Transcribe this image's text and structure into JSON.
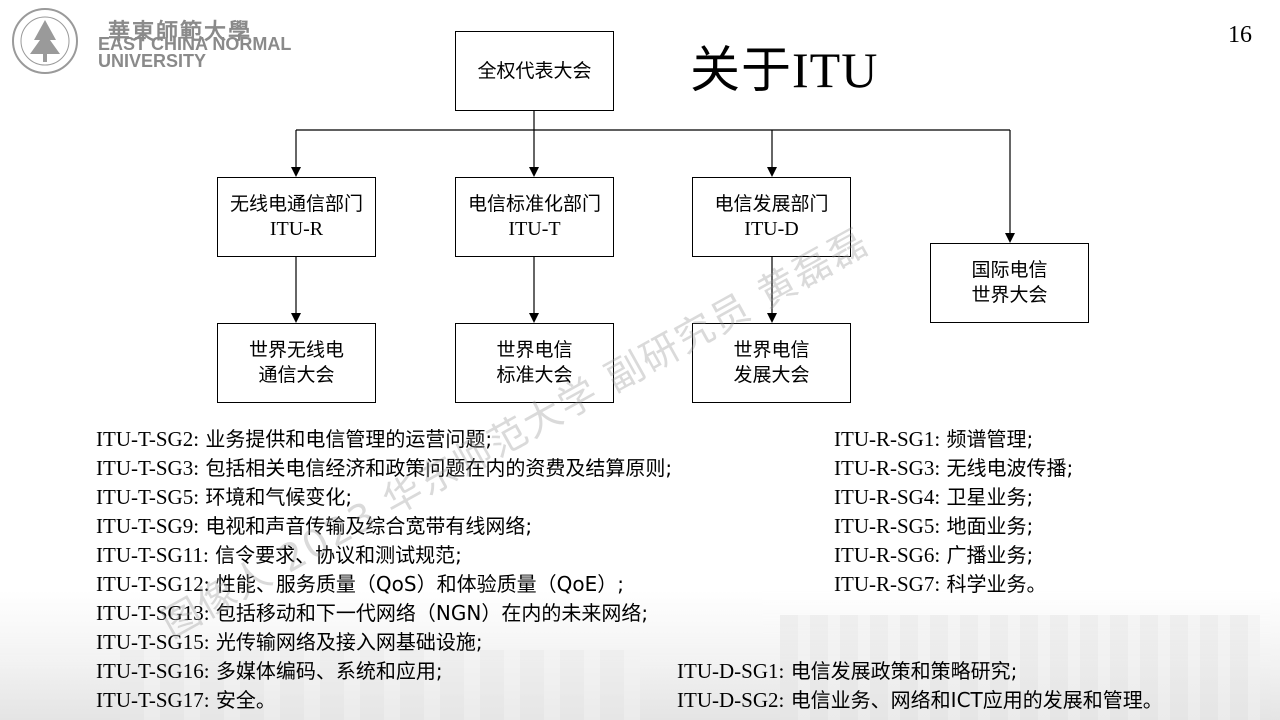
{
  "slide": {
    "page_number": "16",
    "title": "关于ITU"
  },
  "logo": {
    "cn": "華東師範大學",
    "en_line1": "EAST CHINA NORMAL",
    "en_line2": "UNIVERSITY"
  },
  "org": {
    "top": "全权代表大会",
    "sectors": [
      {
        "name": "无线电通信部门",
        "code": "ITU-R",
        "conf_line1": "世界无线电",
        "conf_line2": "通信大会"
      },
      {
        "name": "电信标准化部门",
        "code": "ITU-T",
        "conf_line1": "世界电信",
        "conf_line2": "标准大会"
      },
      {
        "name": "电信发展部门",
        "code": "ITU-D",
        "conf_line1": "世界电信",
        "conf_line2": "发展大会"
      }
    ],
    "itw_line1": "国际电信",
    "itw_line2": "世界大会"
  },
  "watermark": "图像人 2023 华东师范大学 副研究员 黄磊磊",
  "itu_t_groups": [
    {
      "code": "ITU-T-SG2:",
      "desc": "业务提供和电信管理的运营问题;"
    },
    {
      "code": "ITU-T-SG3:",
      "desc": "包括相关电信经济和政策问题在内的资费及结算原则;"
    },
    {
      "code": "ITU-T-SG5:",
      "desc": "环境和气候变化;"
    },
    {
      "code": "ITU-T-SG9:",
      "desc": "电视和声音传输及综合宽带有线网络;"
    },
    {
      "code": "ITU-T-SG11:",
      "desc": "信令要求、协议和测试规范;"
    },
    {
      "code": "ITU-T-SG12:",
      "desc": "性能、服务质量（QoS）和体验质量（QoE）;"
    },
    {
      "code": "ITU-T-SG13:",
      "desc": "包括移动和下一代网络（NGN）在内的未来网络;"
    },
    {
      "code": "ITU-T-SG15:",
      "desc": "光传输网络及接入网基础设施;"
    },
    {
      "code": "ITU-T-SG16:",
      "desc": "多媒体编码、系统和应用;"
    },
    {
      "code": "ITU-T-SG17:",
      "desc": "安全。"
    }
  ],
  "itu_r_groups": [
    {
      "code": "ITU-R-SG1:",
      "desc": "频谱管理;"
    },
    {
      "code": "ITU-R-SG3:",
      "desc": "无线电波传播;"
    },
    {
      "code": "ITU-R-SG4:",
      "desc": "卫星业务;"
    },
    {
      "code": "ITU-R-SG5:",
      "desc": "地面业务;"
    },
    {
      "code": "ITU-R-SG6:",
      "desc": "广播业务;"
    },
    {
      "code": "ITU-R-SG7:",
      "desc": "科学业务。"
    }
  ],
  "itu_d_groups": [
    {
      "code": "ITU-D-SG1:",
      "desc": "电信发展政策和策略研究;"
    },
    {
      "code": "ITU-D-SG2:",
      "desc": "电信业务、网络和ICT应用的发展和管理。"
    }
  ]
}
